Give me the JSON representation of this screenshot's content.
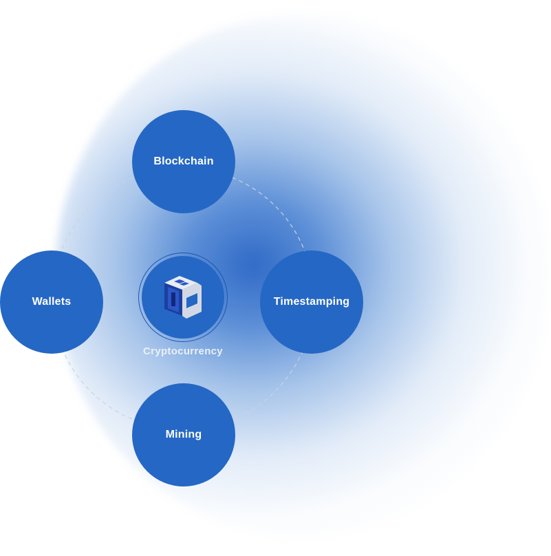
{
  "center": {
    "label": "Cryptocurrency",
    "logo_icon": "blockchain-cube-logo"
  },
  "nodes": {
    "top": {
      "label": "Blockchain"
    },
    "left": {
      "label": "Wallets"
    },
    "right": {
      "label": "Timestamping"
    },
    "bottom": {
      "label": "Mining"
    }
  },
  "colors": {
    "node_fill": "#2567c4",
    "ring_stroke": "#c9d3e3",
    "glow": "#2563c4",
    "label_text": "#ffffff"
  }
}
